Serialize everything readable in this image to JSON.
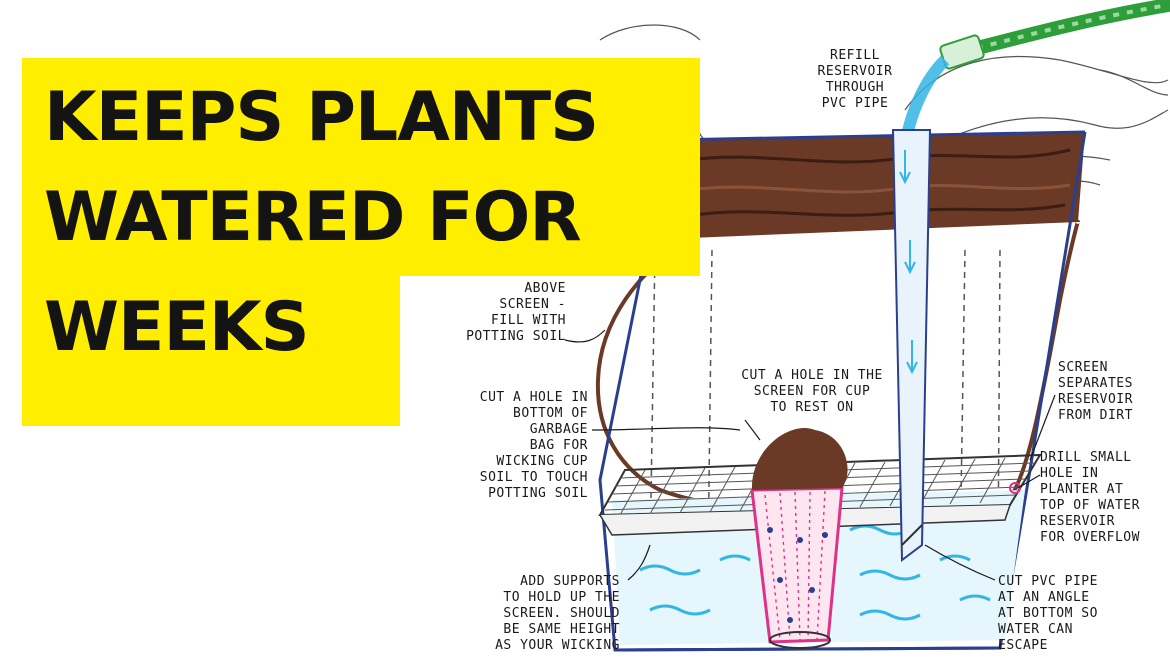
{
  "headline": {
    "line1": "KEEPS PLANTS",
    "line2": "WATERED FOR",
    "line3": "WEEKS"
  },
  "annotations": {
    "refill": "REFILL\nRESERVOIR\nTHROUGH\nPVC PIPE",
    "above_screen": "ABOVE\nSCREEN -\nFILL WITH\nPOTTING SOIL",
    "cut_hole_cup": "CUT A HOLE IN THE\nSCREEN FOR CUP\nTO REST ON",
    "screen_separates": "SCREEN\nSEPARATES\nRESERVOIR\nFROM DIRT",
    "cut_hole_bag": "CUT A HOLE IN\nBOTTOM OF\nGARBAGE\nBAG FOR\nWICKING CUP\nSOIL TO TOUCH\nPOTTING SOIL",
    "drill_hole": "DRILL SMALL\nHOLE IN\nPLANTER AT\nTOP OF WATER\nRESERVOIR\nFOR OVERFLOW",
    "add_supports": "ADD SUPPORTS\nTO HOLD UP THE\nSCREEN. SHOULD\nBE SAME HEIGHT\nAS YOUR WICKING",
    "cut_pipe": "CUT PVC PIPE\nAT AN ANGLE\nAT BOTTOM SO\nWATER CAN\nESCAPE"
  },
  "colors": {
    "banner": "#ffee00",
    "soil": "#6b3a26",
    "water": "#33b5e5",
    "hose": "#2e9e3a",
    "wick_cup": "#e0318a",
    "frame": "#2a3f8f"
  }
}
